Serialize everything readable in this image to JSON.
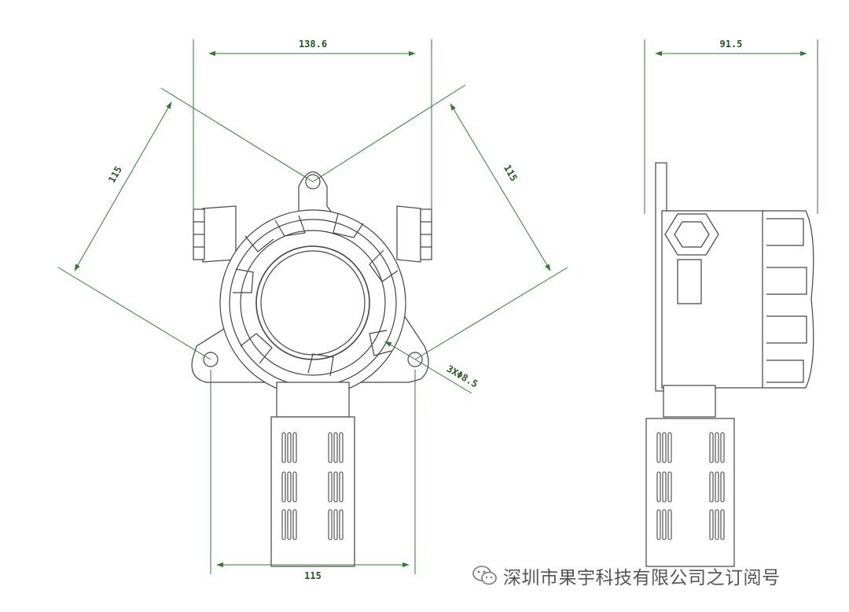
{
  "dimensions": {
    "front_width": "138.6",
    "front_left_diagonal": "115",
    "front_right_diagonal": "115",
    "front_bottom": "115",
    "holes": "3XΦ8.5",
    "side_depth": "91.5"
  },
  "watermark": {
    "text": "深圳市果宇科技有限公司之订阅号",
    "icon": "wechat-icon"
  },
  "colors": {
    "dimension_line": "#2e7d32",
    "outline": "#444444",
    "background": "#ffffff"
  }
}
